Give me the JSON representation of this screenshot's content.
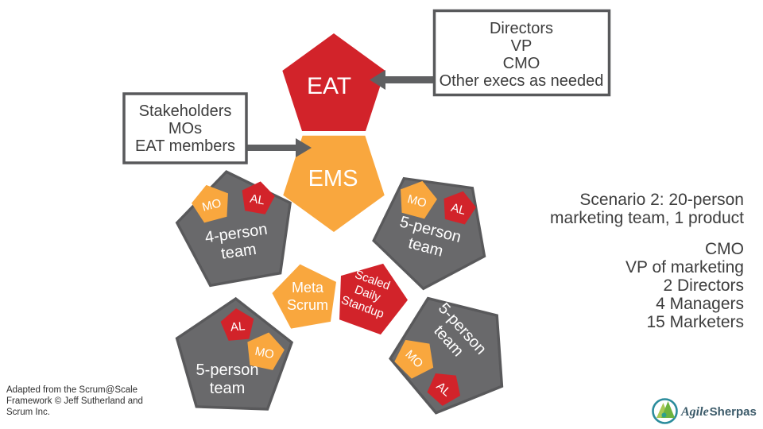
{
  "colors": {
    "red": "#d2232a",
    "orange": "#f9a73e",
    "team_gray": "#69696b",
    "team_gray_border": "#59595b",
    "arrow_gray": "#5f6062",
    "box_border": "#58595b",
    "text_dark": "#3d3d3d",
    "logo_teal": "#2b8c9c",
    "logo_green_light": "#a9c955",
    "logo_green_dark": "#6db33f",
    "logo_drop": "#2fa08c",
    "logo_text": "#3b5a69"
  },
  "callout_directors": {
    "lines": [
      "Directors",
      "VP",
      "CMO",
      "Other execs as needed"
    ]
  },
  "callout_stakeholders": {
    "lines": [
      "Stakeholders",
      "MOs",
      "EAT members"
    ]
  },
  "eat": {
    "label": "EAT"
  },
  "ems": {
    "label": "EMS"
  },
  "meta_scrum": {
    "lines": [
      "Meta",
      "Scrum"
    ]
  },
  "scaled_daily_standup": {
    "lines": [
      "Scaled",
      "Daily",
      "Standup"
    ]
  },
  "teams": [
    {
      "name": "top-left",
      "lines": [
        "4-person",
        "team"
      ],
      "mo": "MO",
      "al": "AL"
    },
    {
      "name": "top-right",
      "lines": [
        "5-person",
        "team"
      ],
      "mo": "MO",
      "al": "AL"
    },
    {
      "name": "bottom-left",
      "lines": [
        "5-person",
        "team"
      ],
      "mo": "MO",
      "al": "AL"
    },
    {
      "name": "bottom-right",
      "lines": [
        "5-person",
        "team"
      ],
      "mo": "MO",
      "al": "AL"
    }
  ],
  "scenario": {
    "lines": [
      "Scenario 2: 20-person",
      "marketing team, 1 product",
      "CMO",
      "VP of marketing",
      "2 Directors",
      "4 Managers",
      "15 Marketers"
    ]
  },
  "attribution": {
    "lines": [
      "Adapted from the Scrum@Scale",
      "Framework © Jeff Sutherland and",
      "Scrum Inc."
    ]
  },
  "logo": {
    "agile": "Agile",
    "sherpas": "Sherpas"
  }
}
